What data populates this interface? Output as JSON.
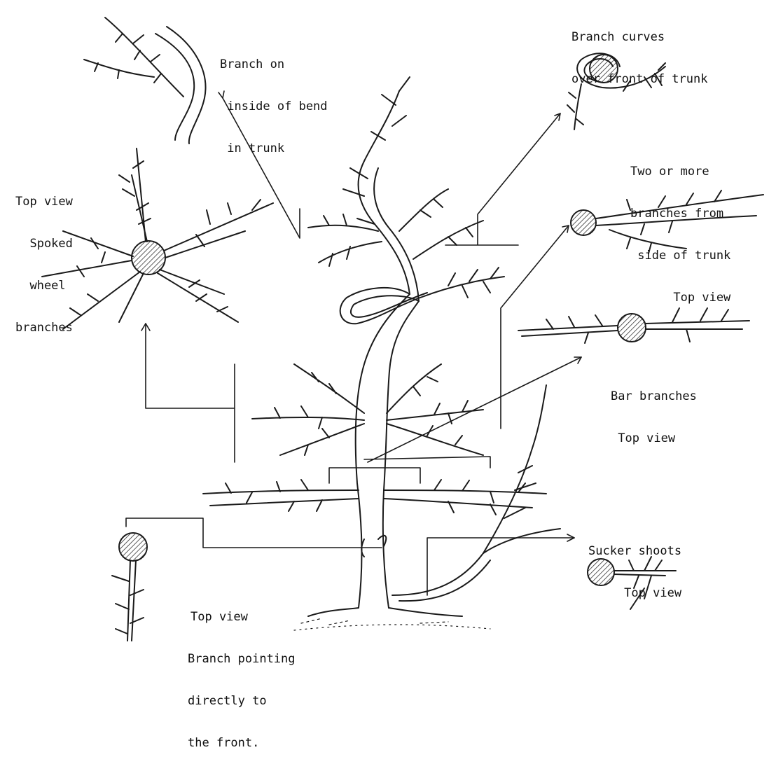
{
  "labels": {
    "branch_inside_bend": [
      "Branch on",
      " inside of bend",
      " in trunk"
    ],
    "branch_curves_front": [
      "Branch curves",
      "over front of trunk"
    ],
    "spoked_wheel": [
      "Top view",
      "  Spoked",
      "  wheel",
      "branches"
    ],
    "two_or_more": [
      "Two or more",
      "branches from",
      " side of trunk",
      "      Top view"
    ],
    "bar_branches": [
      "Bar branches",
      " Top view"
    ],
    "sucker_shoots": [
      "Sucker shoots",
      "     Top view"
    ],
    "pointing_front": [
      "Top view",
      "Branch pointing",
      "directly to",
      "the front."
    ]
  },
  "colors": {
    "ink": "#1a1a1a",
    "hatch": "#333333",
    "paper": "#ffffff"
  }
}
